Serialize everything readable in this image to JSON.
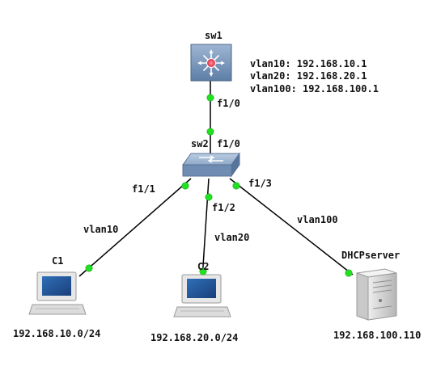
{
  "colors": {
    "link": "#000000",
    "port_dot": "#22e022",
    "text": "#111111"
  },
  "devices": {
    "sw1": {
      "name": "sw1",
      "icon": "multilayer-switch-icon"
    },
    "sw2": {
      "name": "sw2",
      "icon": "workgroup-switch-icon"
    },
    "c1": {
      "name": "C1",
      "icon": "pc-icon",
      "subnet": "192.168.10.0/24"
    },
    "c2": {
      "name": "C2",
      "icon": "pc-icon",
      "subnet": "192.168.20.0/24"
    },
    "dhcp": {
      "name": "DHCPserver",
      "icon": "server-icon",
      "address": "192.168.100.110"
    }
  },
  "sw1_interfaces": [
    "vlan10: 192.168.10.1",
    "vlan20: 192.168.20.1",
    "vlan100: 192.168.100.1"
  ],
  "links": {
    "sw1_sw2": {
      "sw1_port": "f1/0",
      "sw2_port": "f1/0"
    },
    "sw2_c1": {
      "port": "f1/1",
      "vlan": "vlan10"
    },
    "sw2_c2": {
      "port": "f1/2",
      "vlan": "vlan20"
    },
    "sw2_dhcp": {
      "port": "f1/3",
      "vlan": "vlan100"
    }
  }
}
